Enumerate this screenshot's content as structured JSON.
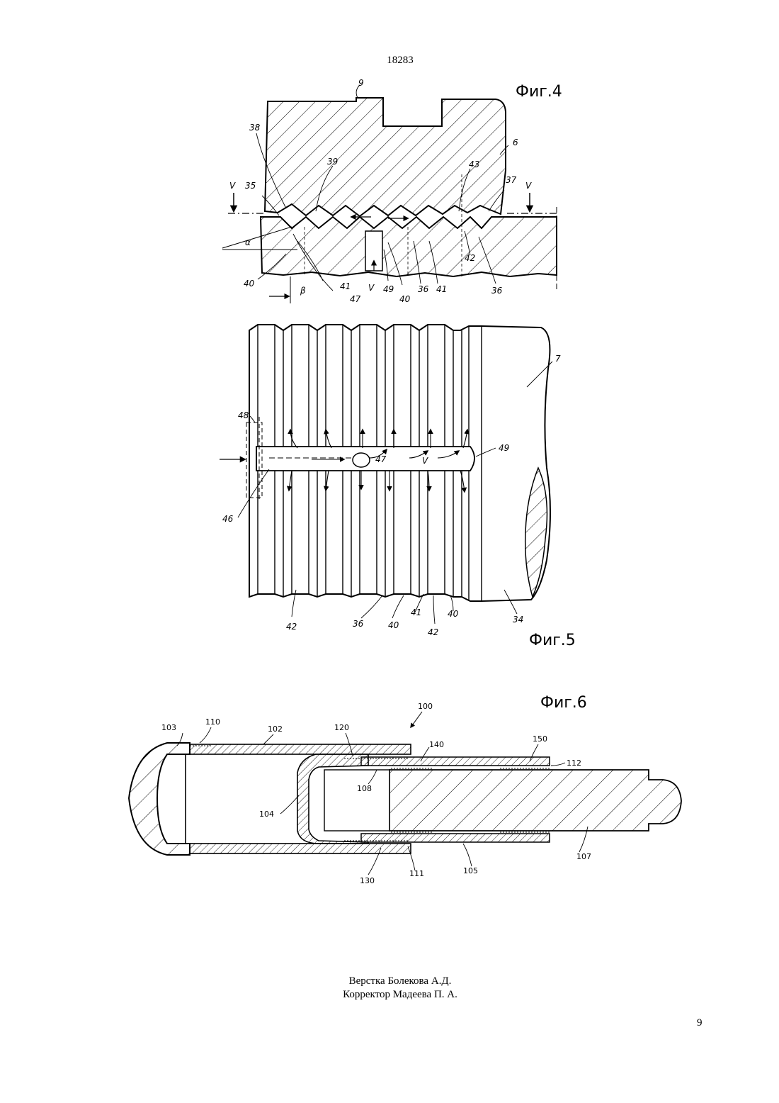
{
  "document": {
    "patent_number": "18283",
    "page_number": "9",
    "footer": {
      "line1": "Верстка Болекова А.Д.",
      "line2": "Корректор Мадеева П. А."
    }
  },
  "figures": {
    "fig4": {
      "title": "Фиг.4",
      "labels": {
        "l9": "9",
        "l6": "6",
        "l38": "38",
        "l39": "39",
        "l43": "43",
        "l37": "37",
        "lV1": "V",
        "lV2": "V",
        "l35": "35",
        "lalpha": "α",
        "l40a": "40",
        "lbeta": "β",
        "l41a": "41",
        "l47": "47",
        "lVarrow": "V",
        "l49": "49",
        "l40b": "40",
        "l36a": "36",
        "l41b": "41",
        "l42": "42",
        "l36b": "36"
      }
    },
    "fig5": {
      "title": "Фиг.5",
      "labels": {
        "l7": "7",
        "l48": "48",
        "l49": "49",
        "l47": "47",
        "lV": "V",
        "l46": "46",
        "l42a": "42",
        "l36": "36",
        "l40a": "40",
        "l41": "41",
        "l40b": "40",
        "l42b": "42",
        "l34": "34"
      }
    },
    "fig6": {
      "title": "Фиг.6",
      "labels": {
        "l100": "100",
        "l103": "103",
        "l110": "110",
        "l102": "102",
        "l120": "120",
        "l140": "140",
        "l150": "150",
        "l112": "112",
        "l108": "108",
        "l104": "104",
        "l107": "107",
        "l130": "130",
        "l111": "111",
        "l105": "105"
      }
    }
  }
}
